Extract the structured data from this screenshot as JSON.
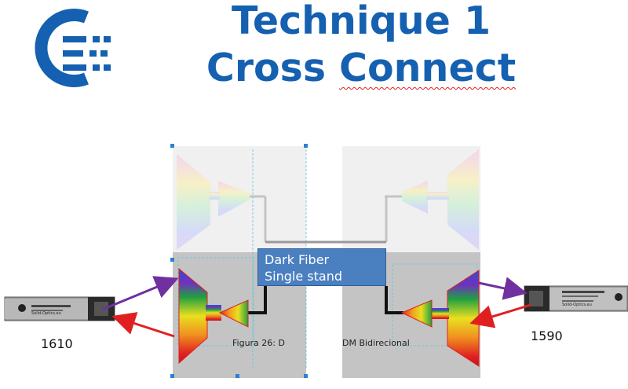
{
  "slide": {
    "title_line1": "Technique 1",
    "title_line2_word1": "Cross",
    "title_line2_word2": "Connect"
  },
  "callout": {
    "line1": "Dark Fiber",
    "line2": "Single stand"
  },
  "figure": {
    "caption_left": "Figura 26:  D",
    "caption_right": "DM Bidirecional"
  },
  "wavelengths": {
    "left": "1610",
    "right": "1590"
  },
  "sfp": {
    "left_brand": "Solid-Optics.eu",
    "right_brand": "Solid-Optics.eu"
  },
  "colors": {
    "brand_blue": "#1560b0",
    "callout_blue": "#4a7fc0",
    "arrow_purple": "#7030a0",
    "arrow_red": "#e02020",
    "panel_gray": "#c8c8c8"
  },
  "icons": {
    "logo": "company-logo-icon",
    "transceiver": "sfp-transceiver-icon",
    "prism": "wavelength-prism-icon"
  }
}
